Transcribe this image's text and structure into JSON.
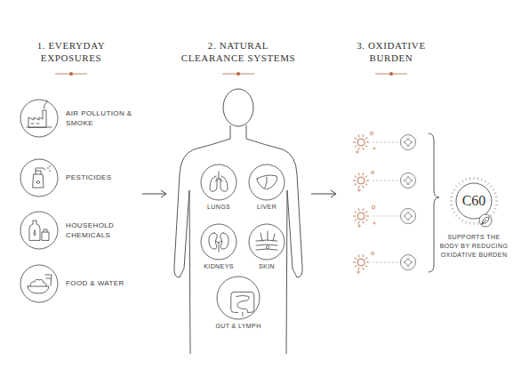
{
  "diagram": {
    "nodes": [
      {
        "text": [
          "AIR POLLUTION & SMOKE"
        ]
      },
      {
        "text": [
          "PESTICIDES"
        ]
      },
      {
        "text": [
          "HOUSEHOLD CHEMICALS"
        ]
      },
      {
        "text": [
          "FOOD & WATER"
        ]
      },
      {
        "text": [
          "LUNGS"
        ]
      },
      {
        "text": [
          "LIVER"
        ]
      },
      {
        "text": [
          "KIDNEYS"
        ]
      },
      {
        "text": [
          "SKIN"
        ]
      },
      {
        "text": [
          "GUT & LYMPH"
        ]
      },
      {
        "text": [
          "C60",
          "SUPPORTS THE BODY BY REDUCING OXIDATIVE BURDEN"
        ]
      }
    ],
    "labels": [
      "1. EVERYDAY EXPOSURES",
      "2. NATURAL CLEARANCE SYSTEMS",
      "3. OXIDATIVE BURDEN"
    ]
  }
}
